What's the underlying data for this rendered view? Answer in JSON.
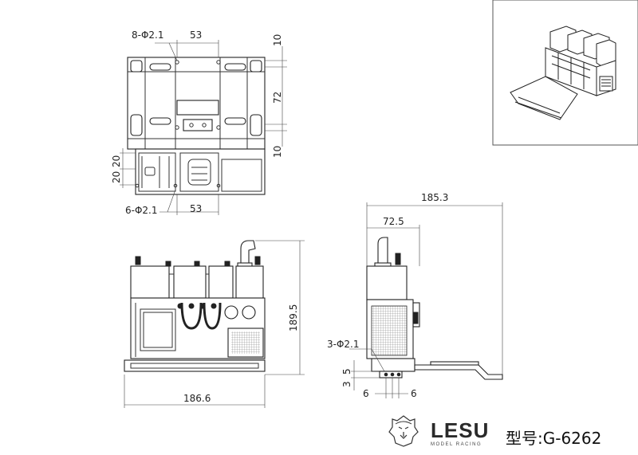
{
  "top_view": {
    "label_hole_top": "8-Φ2.1",
    "dim_top_width": "53",
    "dim_side_10a": "10",
    "dim_side_72": "72",
    "dim_side_10b": "10",
    "dim_left_20a": "20",
    "dim_left_20b": "20",
    "label_hole_bottom": "6-Φ2.1",
    "dim_bottom_width": "53"
  },
  "front_view": {
    "dim_height": "189.5",
    "dim_width": "186.6"
  },
  "side_view": {
    "dim_total_width": "185.3",
    "dim_part_width": "72.5",
    "label_hole": "3-Φ2.1",
    "dim_3": "3",
    "dim_5": "5",
    "dim_6a": "6",
    "dim_6b": "6"
  },
  "brand": {
    "name": "LESU",
    "subtitle": "MODEL RACING",
    "model_label": "型号:G-6262"
  },
  "icons": {
    "logo": "lion-head-logo"
  }
}
